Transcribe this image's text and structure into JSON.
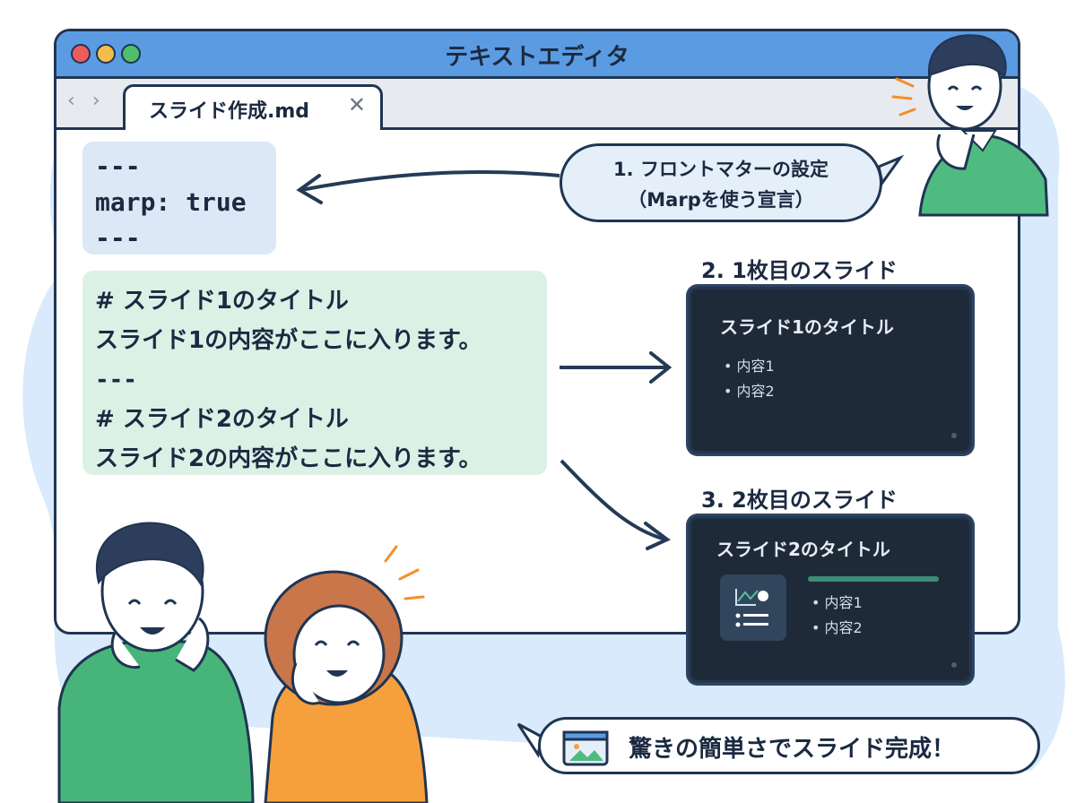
{
  "window": {
    "title": "テキストエディタ",
    "nav_arrows": "‹ ›",
    "tab_label": "スライド作成.md",
    "tab_close": "✕"
  },
  "editor": {
    "front_matter": [
      "---",
      "marp: true",
      "---"
    ],
    "body_lines": [
      "# スライド1のタイトル",
      "スライド1の内容がここに入ります。",
      "---",
      "# スライド2のタイトル",
      "スライド2の内容がここに入ります。"
    ]
  },
  "callout": {
    "line1": "1. フロントマターの設定",
    "line2": "（Marpを使う宣言）"
  },
  "slide1": {
    "heading": "2. 1枚目のスライド",
    "title": "スライド1のタイトル",
    "items": [
      "• 内容1",
      "• 内容2"
    ]
  },
  "slide2": {
    "heading": "3. 2枚目のスライド",
    "title": "スライド2のタイトル",
    "items": [
      "• 内容1",
      "• 内容2"
    ]
  },
  "bottom": {
    "text": "驚きの簡単さでスライド完成！",
    "icon": "image-icon"
  },
  "colors": {
    "titlebar": "#5b9be2",
    "outline": "#1f3552",
    "code_front_matter_bg": "#dde8f6",
    "code_body_bg": "#dcf1e6",
    "slide_bg": "#1f2a38",
    "background_blob": "#d8eafb"
  }
}
